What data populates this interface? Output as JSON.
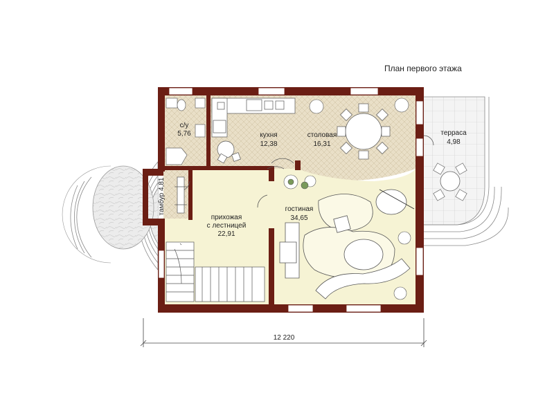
{
  "title": "План первого этажа",
  "rooms": {
    "su": {
      "name": "с/у",
      "area": "5,76"
    },
    "kitchen": {
      "name": "кухня",
      "area": "12,38"
    },
    "dining": {
      "name": "столовая",
      "area": "16,31"
    },
    "terrace": {
      "name": "терраса",
      "area": "4,98"
    },
    "tambur": {
      "name": "тамбур 4,81"
    },
    "hall": {
      "name_line1": "прихожая",
      "name_line2": "с лестницей",
      "area": "22,91"
    },
    "living": {
      "name": "гостиная",
      "area": "34,65"
    }
  },
  "dimension": {
    "total_width": "12 220"
  },
  "colors": {
    "wall": "#6b1e14",
    "floor": "#f6f3d4",
    "tile": "#e8ddc4",
    "stone": "#e4e4e4",
    "furniture_green": "#7a9a5a"
  }
}
